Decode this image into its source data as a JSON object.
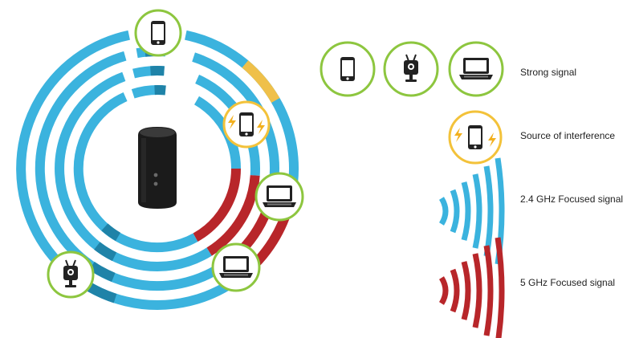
{
  "colors": {
    "signal_24ghz": "#3bb3de",
    "signal_24ghz_dark": "#1f83a8",
    "signal_5ghz": "#b8262a",
    "interference": "#efc04a",
    "strong_ring": "#8dc63f",
    "interference_ring": "#f3c23a",
    "router_body": "#1b1b1b"
  },
  "icons": {
    "phone": "smartphone-icon",
    "camera": "ip-camera-icon",
    "laptop": "laptop-icon",
    "interference": "lightning-bolt-icon",
    "router": "router-icon"
  },
  "legend": {
    "strong_signal": "Strong signal",
    "interference": "Source of interference",
    "signal_24": "2.4 GHz Focused signal",
    "signal_5": "5 GHz Focused signal"
  }
}
